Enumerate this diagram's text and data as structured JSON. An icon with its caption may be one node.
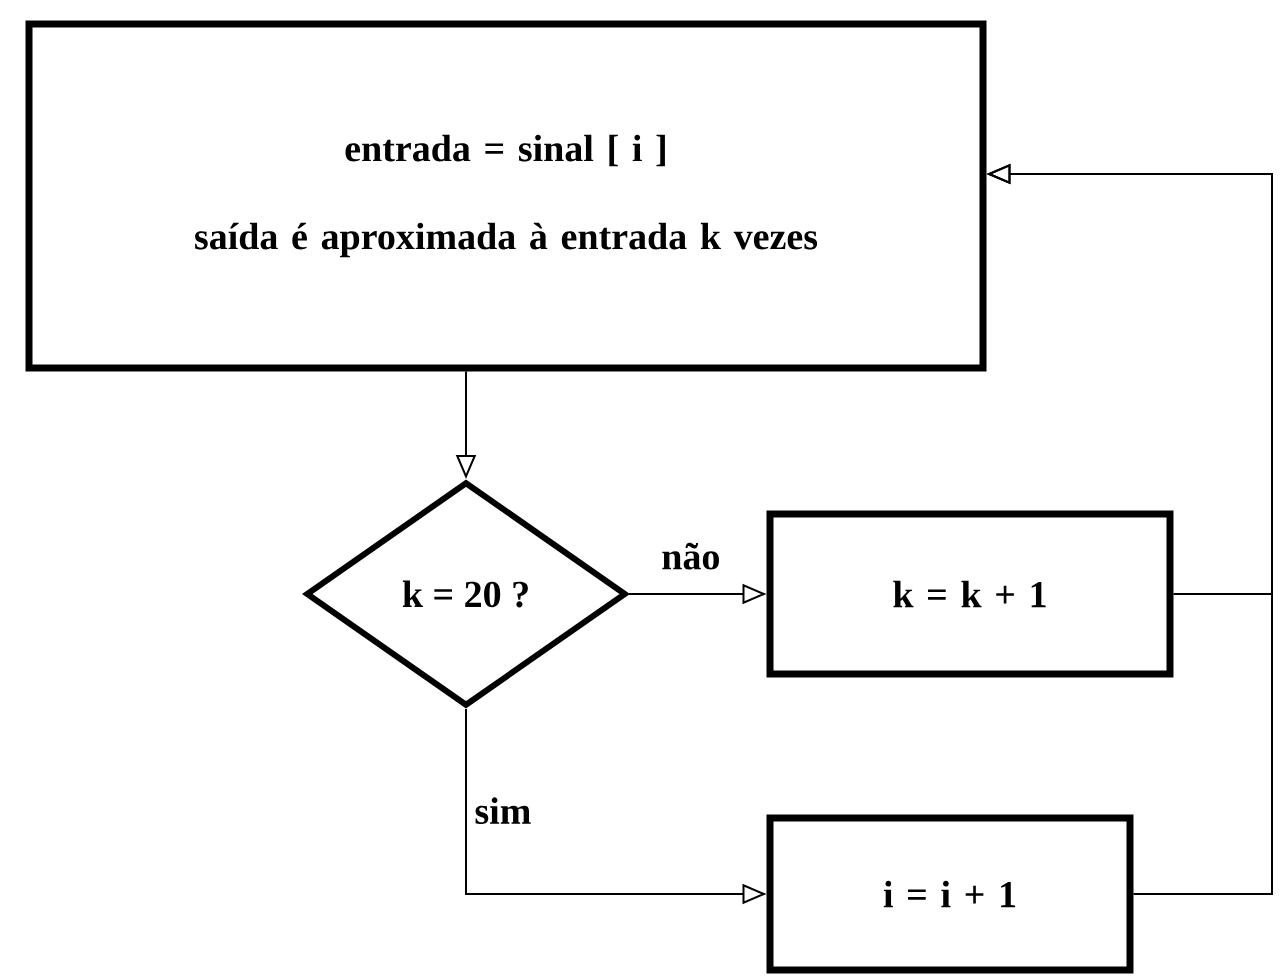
{
  "diagram": {
    "nodes": [
      {
        "text": [
          "entrada = sinal [ i ]",
          "saída é aproximada à entrada k vezes"
        ]
      },
      {
        "text": [
          "k = 20 ?"
        ]
      },
      {
        "text": [
          "k = k + 1"
        ]
      },
      {
        "text": [
          "i = i + 1"
        ]
      }
    ],
    "edges": [
      {
        "from": 0,
        "to": 1,
        "arrow": "to"
      },
      {
        "from": 1,
        "to": 2,
        "arrow": "to",
        "label": "não"
      },
      {
        "from": 1,
        "to": 3,
        "arrow": "to",
        "label": "sim"
      },
      {
        "from": 2,
        "to": 0,
        "arrow": "to"
      },
      {
        "from": 3,
        "to": 0,
        "arrow": "to"
      }
    ]
  }
}
